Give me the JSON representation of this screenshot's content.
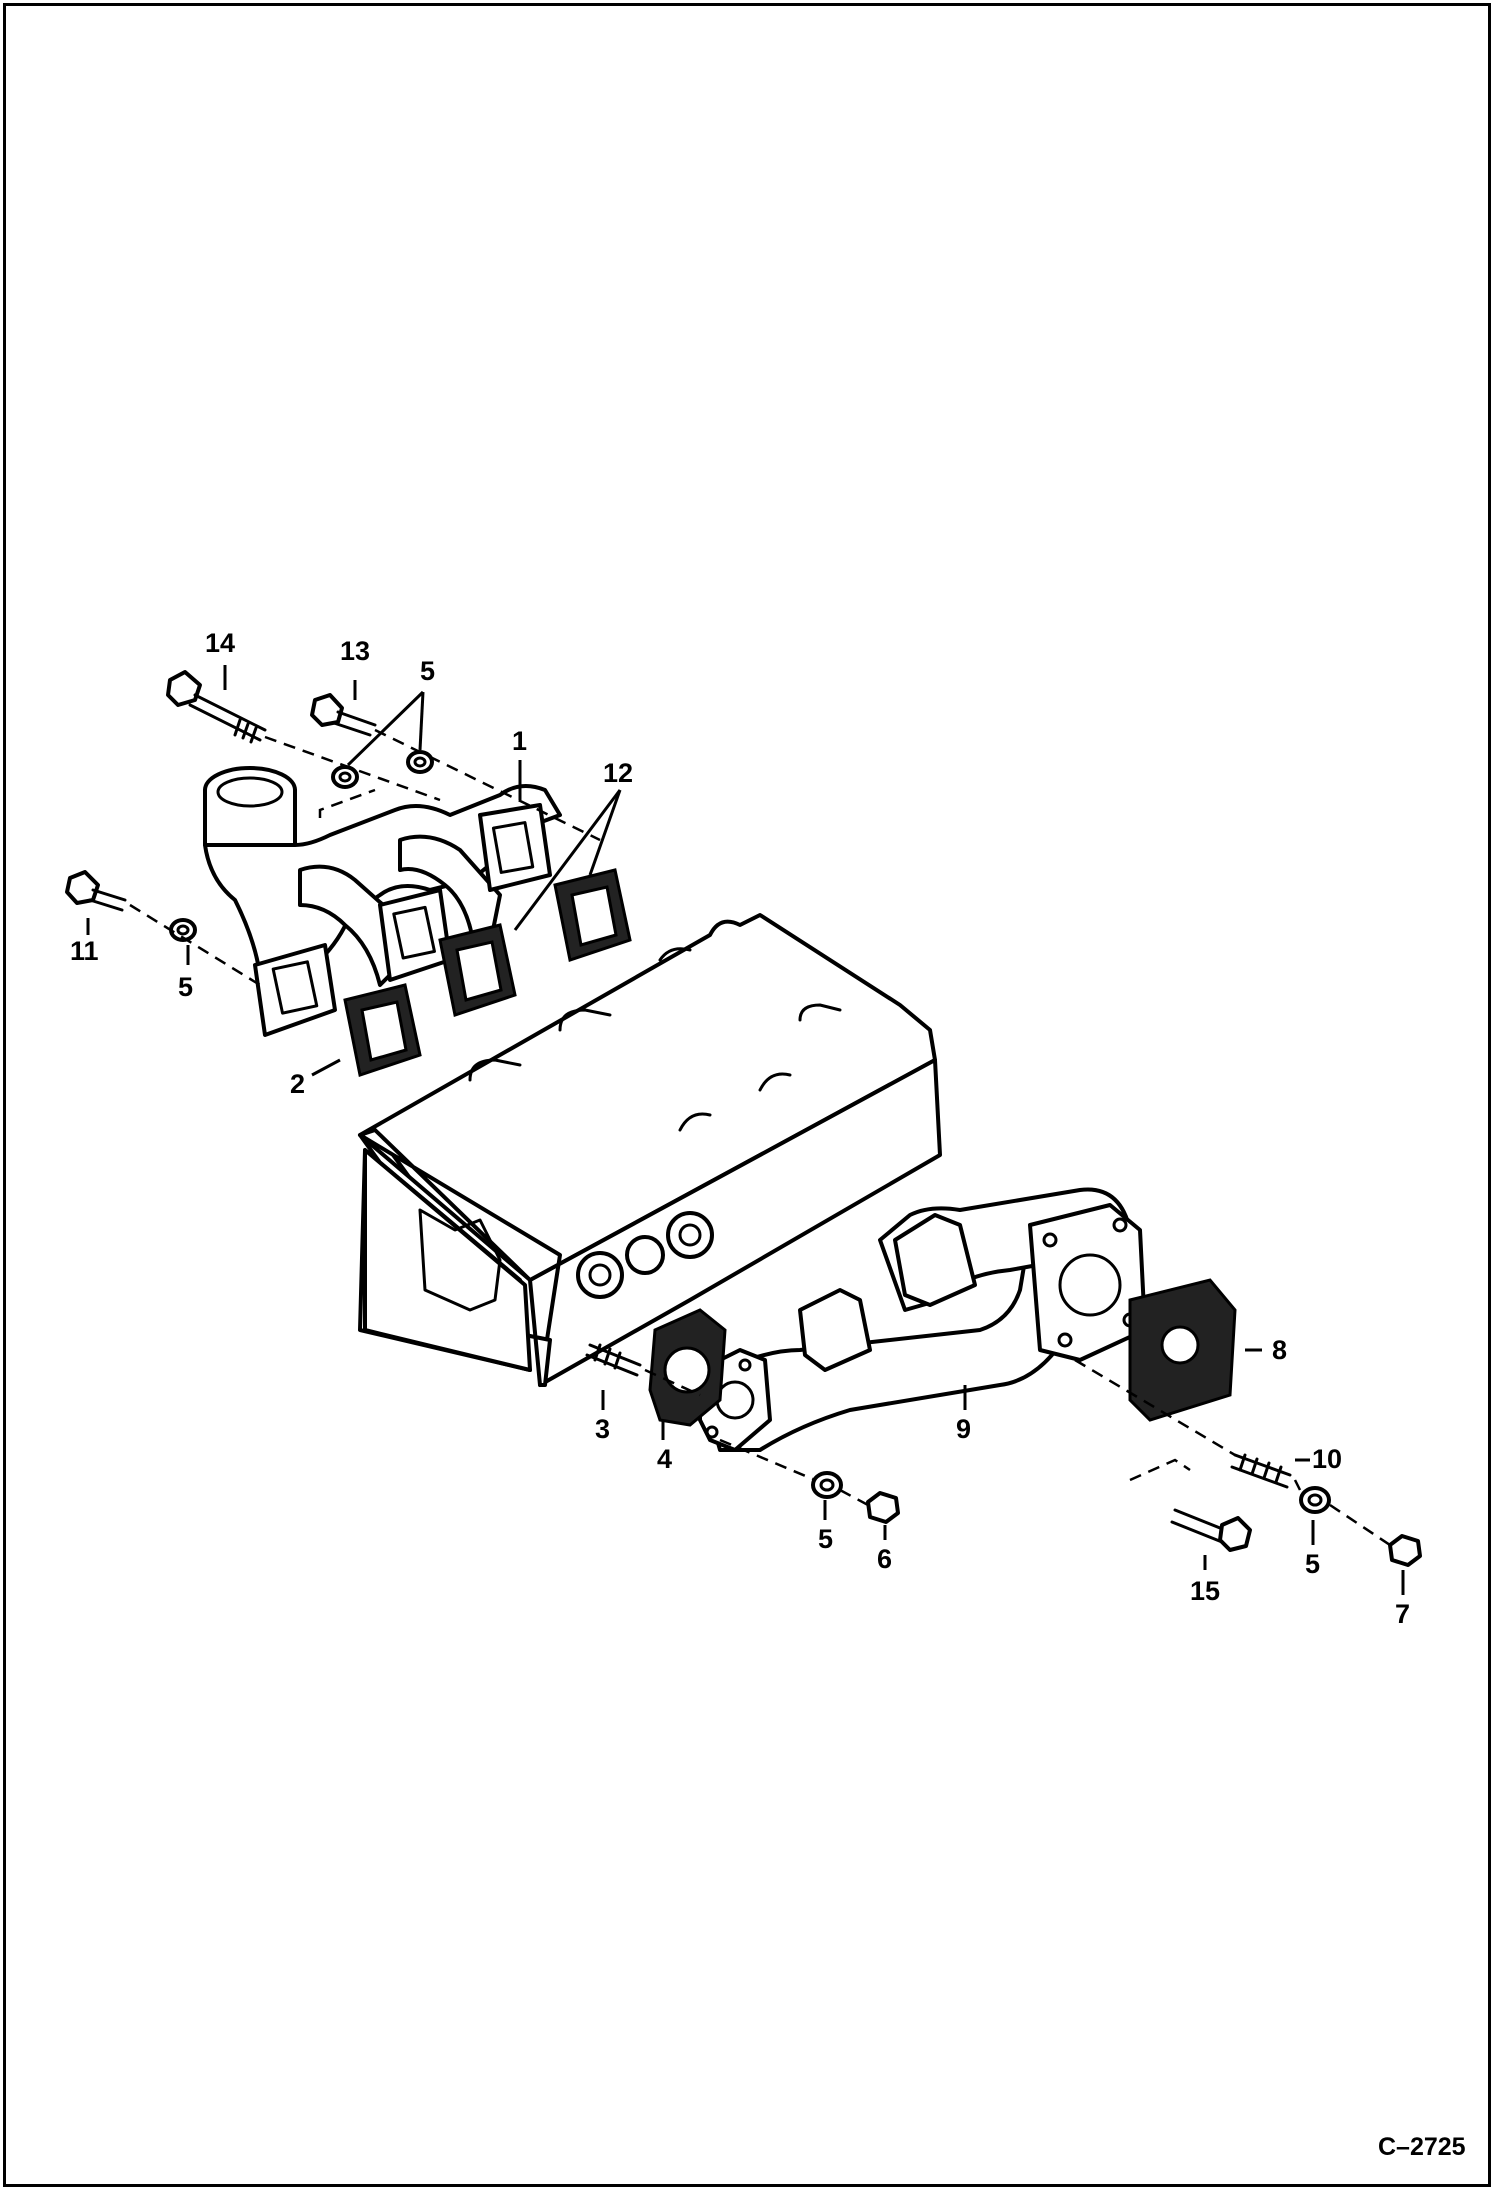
{
  "figure": {
    "code": "C–2725"
  },
  "callouts": {
    "c1": "1",
    "c2": "2",
    "c3": "3",
    "c4": "4",
    "c5a": "5",
    "c5b": "5",
    "c5c": "5",
    "c5d": "5",
    "c6": "6",
    "c7": "7",
    "c8": "8",
    "c9": "9",
    "c10": "10",
    "c11": "11",
    "c12": "12",
    "c13": "13",
    "c14": "14",
    "c15": "15"
  }
}
